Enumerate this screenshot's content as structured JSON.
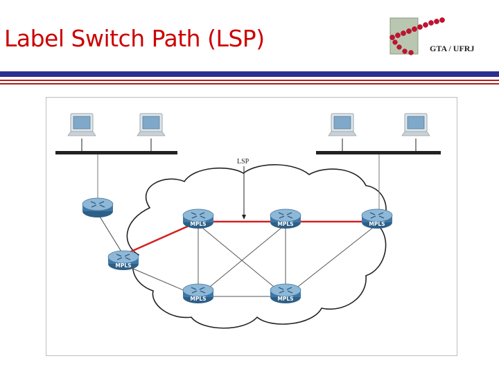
{
  "slide": {
    "title": "Label Switch Path (LSP)",
    "logo_text": "GTA / UFRJ"
  },
  "diagram": {
    "lsp_label": "LSP",
    "node_label": "MPLS",
    "colors": {
      "title": "#cc0000",
      "bar_blue": "#2b2f8f",
      "bar_red": "#b31b1b",
      "lsp_path": "#d42020",
      "router_body": "#3f78a6",
      "router_top": "#8fb7d6",
      "cloud_fill": "#ffffff",
      "link": "#555555"
    },
    "icons": [
      "computer-icon",
      "router-icon",
      "mpls-router-icon",
      "cloud-shape",
      "logo-dots-icon"
    ]
  }
}
